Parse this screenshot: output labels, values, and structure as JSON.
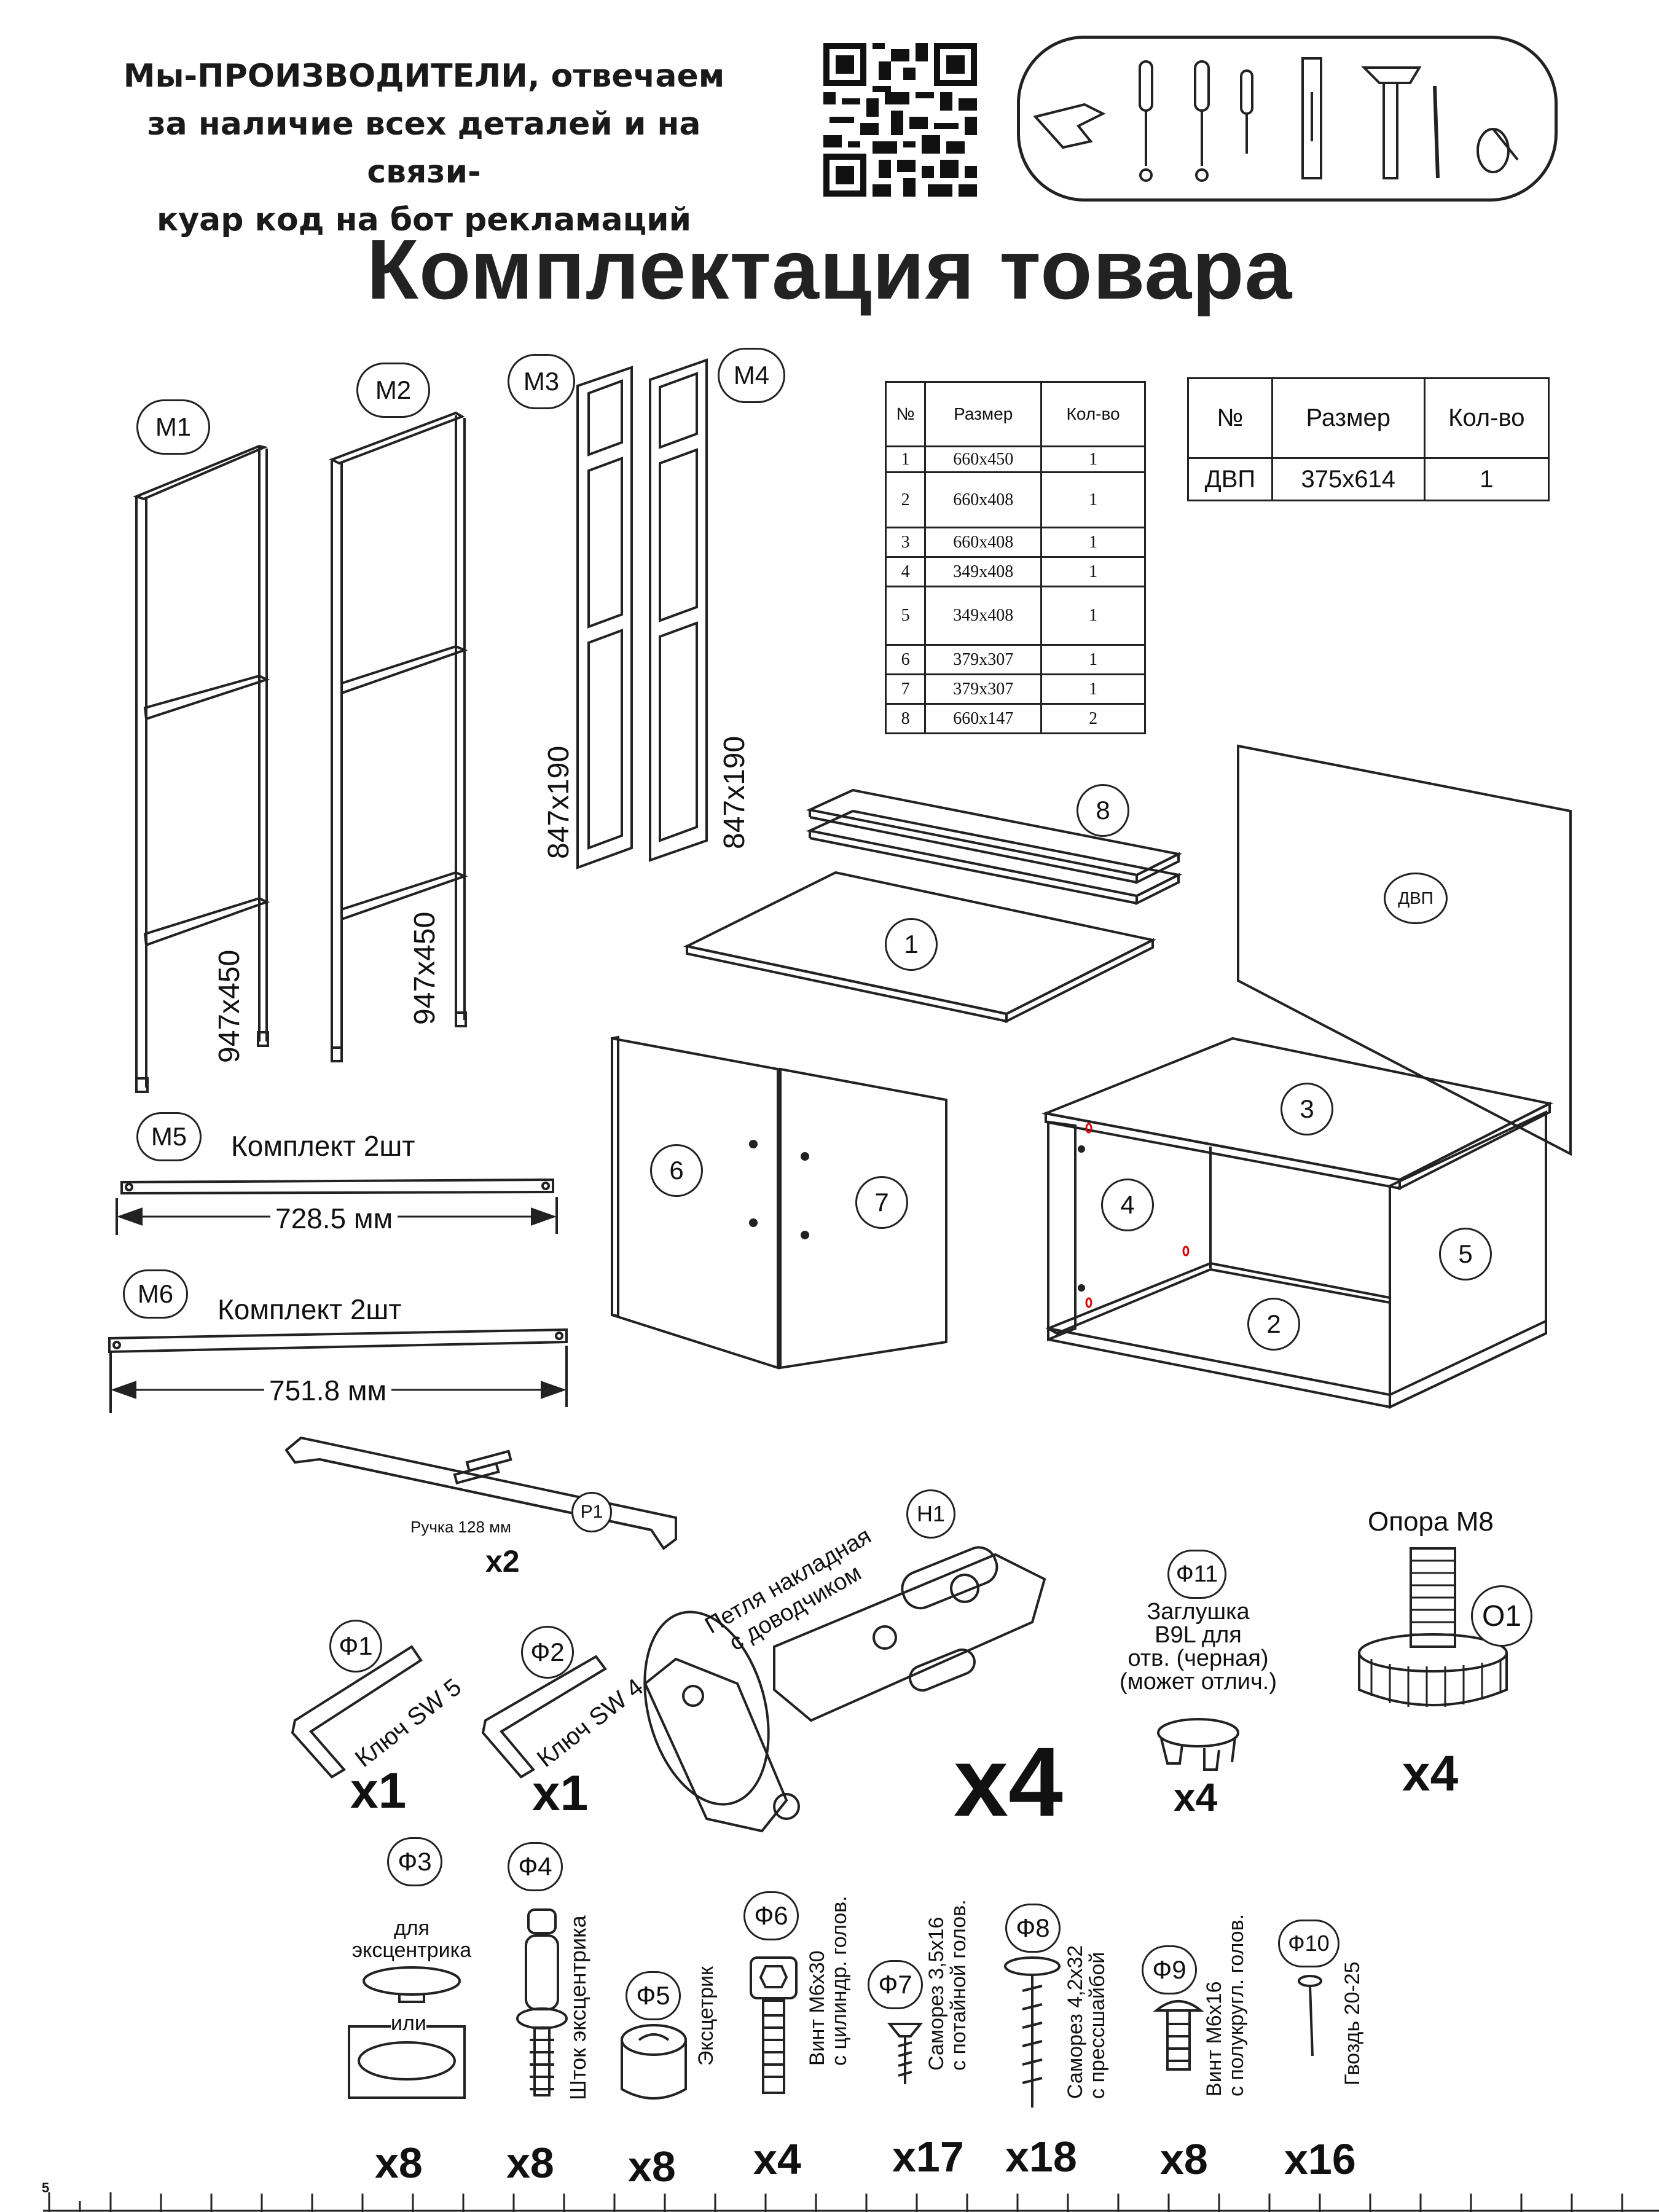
{
  "header": {
    "intro_line1": "Мы-ПРОИЗВОДИТЕЛИ, отвечаем",
    "intro_line2": "за наличие всех деталей и на связи-",
    "intro_line3": "куар код на бот рекламаций"
  },
  "title": "Комплектация товара",
  "frames": {
    "m1": "M1",
    "m2": "M2",
    "m3": "M3",
    "m4": "M4",
    "m5": "M5",
    "m6": "M6",
    "dim_m1": "947x450",
    "dim_m2": "947x450",
    "dim_m3": "847x190",
    "dim_m4": "847x190",
    "m5_kit": "Комплект 2шт",
    "m5_len": "728.5 мм",
    "m6_kit": "Комплект 2шт",
    "m6_len": "751.8 мм"
  },
  "panels_table": {
    "headers": [
      "№",
      "Размер",
      "Кол-во"
    ],
    "rows": [
      [
        "1",
        "660x450",
        "1"
      ],
      [
        "2",
        "660x408",
        "1"
      ],
      [
        "3",
        "660x408",
        "1"
      ],
      [
        "4",
        "349x408",
        "1"
      ],
      [
        "5",
        "349x408",
        "1"
      ],
      [
        "6",
        "379x307",
        "1"
      ],
      [
        "7",
        "379x307",
        "1"
      ],
      [
        "8",
        "660x147",
        "2"
      ]
    ]
  },
  "dvp_table": {
    "headers": [
      "№",
      "Размер",
      "Кол-во"
    ],
    "row": [
      "ДВП",
      "375x614",
      "1"
    ]
  },
  "panels": {
    "p1": "1",
    "p2": "2",
    "p3": "3",
    "p4": "4",
    "p5": "5",
    "p6": "6",
    "p7": "7",
    "p8": "8",
    "dvp": "ДВП"
  },
  "hardware": {
    "p1_id": "P1",
    "p1_name": "Ручка 128 мм",
    "p1_qty": "x2",
    "h1_id": "H1",
    "h1_name_1": "Петля накладная",
    "h1_name_2": "с доводчиком",
    "h1_qty": "x4",
    "f1_id": "Ф1",
    "f1_name": "Ключ SW 5",
    "f1_qty": "x1",
    "f2_id": "Ф2",
    "f2_name": "Ключ SW 4",
    "f2_qty": "x1",
    "f11_id": "Ф11",
    "f11_line1": "Заглушка",
    "f11_line2": "B9L для",
    "f11_line3": "отв. (черная)",
    "f11_line4": "(может отлич.)",
    "f11_qty": "x4",
    "o1_title": "Опора М8",
    "o1_id": "O1",
    "o1_qty": "x4",
    "f3_id": "Ф3",
    "f3_line1": "для",
    "f3_line2": "эксцентрика",
    "f3_or": "или",
    "f3_qty": "x8",
    "f4_id": "Ф4",
    "f4_name": "Шток эксцентрика",
    "f4_qty": "x8",
    "f5_id": "Ф5",
    "f5_name": "Эксцетрик",
    "f5_qty": "x8",
    "f6_id": "Ф6",
    "f6_line1": "Винт М6х30",
    "f6_line2": "с цилиндр. голов.",
    "f6_qty": "x4",
    "f7_id": "Ф7",
    "f7_line1": "Саморез 3,5х16",
    "f7_line2": "с потайной голов.",
    "f7_qty": "x17",
    "f8_id": "Ф8",
    "f8_line1": "Саморез 4,2х32",
    "f8_line2": "с прессшайбой",
    "f8_qty": "x18",
    "f9_id": "Ф9",
    "f9_line1": "Винт М6х16",
    "f9_line2": "с полукругл. голов.",
    "f9_qty": "x8",
    "f10_id": "Ф10",
    "f10_name": "Гвоздь 20-25",
    "f10_qty": "x16"
  },
  "ruler": {
    "mark": "5"
  }
}
